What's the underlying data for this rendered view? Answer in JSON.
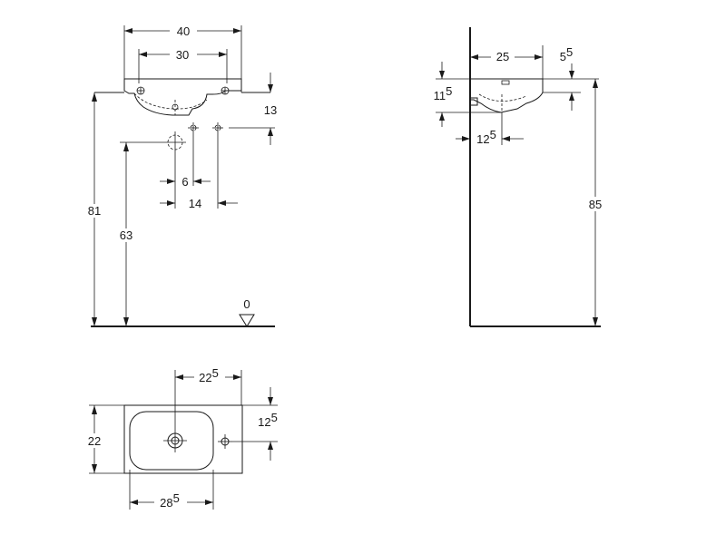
{
  "front_view": {
    "dim_overall_width": "40",
    "dim_basin_width": "30",
    "dim_rim_offset": "13",
    "dim_hole_offset_small": "6",
    "dim_hole_offset_large": "14",
    "dim_rim_height": "81",
    "dim_waste_height": "63",
    "floor_reference": "0"
  },
  "side_view": {
    "dim_depth": "25",
    "dim_top_thickness": {
      "main": "5",
      "sup": "5"
    },
    "dim_bowl_depth": {
      "main": "11",
      "sup": "5"
    },
    "dim_waste_offset": {
      "main": "12",
      "sup": "5"
    },
    "dim_total_height": "85"
  },
  "plan_view": {
    "dim_tap_from_left": {
      "main": "22",
      "sup": "5"
    },
    "dim_tap_from_front": {
      "main": "12",
      "sup": "5"
    },
    "dim_depth": "22",
    "dim_bowl_width": {
      "main": "28",
      "sup": "5"
    }
  }
}
